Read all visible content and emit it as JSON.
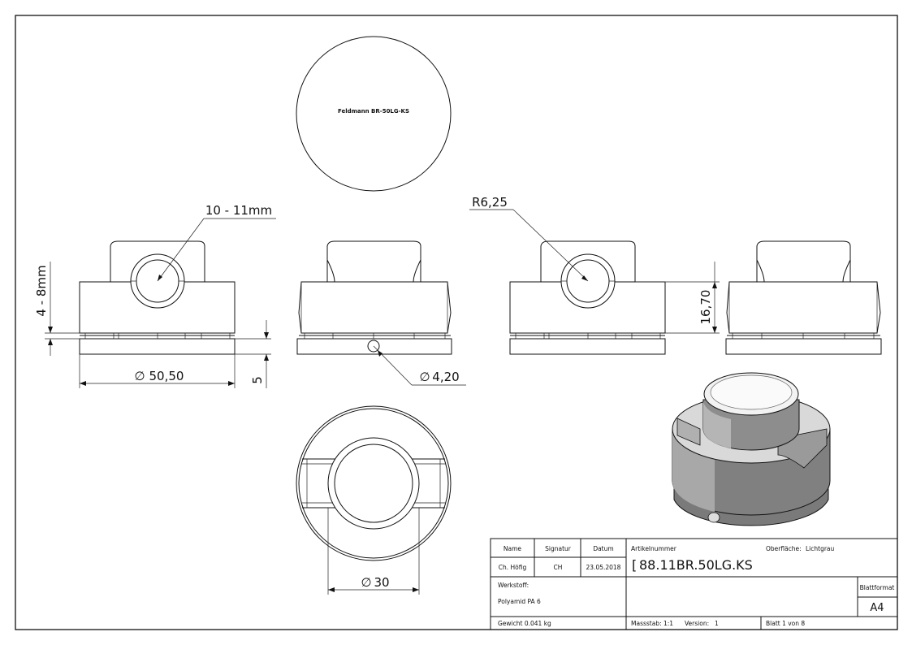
{
  "engraving": "Feldmann BR-50LG-KS",
  "dimensions": {
    "bore": "10 - 11mm",
    "radius": "R6,25",
    "height_range": "4 - 8mm",
    "base_diameter": "50,50",
    "base_height": "5",
    "hole_diameter": "4,20",
    "height": "16,70",
    "top_diameter": "30"
  },
  "title_block": {
    "name_header": "Name",
    "signatur_header": "Signatur",
    "datum_header": "Datum",
    "name_value": "Ch. Höfig",
    "signatur_value": "CH",
    "datum_value": "23.05.2018",
    "artikelnummer_label": "Artikelnummer",
    "artikelnummer_value": "88.11BR.50LG.KS",
    "oberflaeche_label": "Oberfläche:",
    "oberflaeche_value": "Lichtgrau",
    "werkstoff_label": "Werkstoff:",
    "werkstoff_value": "Polyamid PA 6",
    "blattformat_label": "Blattformat",
    "blattformat_value": "A4",
    "gewicht": "Gewicht 0.041 kg",
    "massstab": "Massstab: 1:1",
    "version_label": "Version:",
    "version_value": "1",
    "blatt": "Blatt 1 von 8"
  }
}
